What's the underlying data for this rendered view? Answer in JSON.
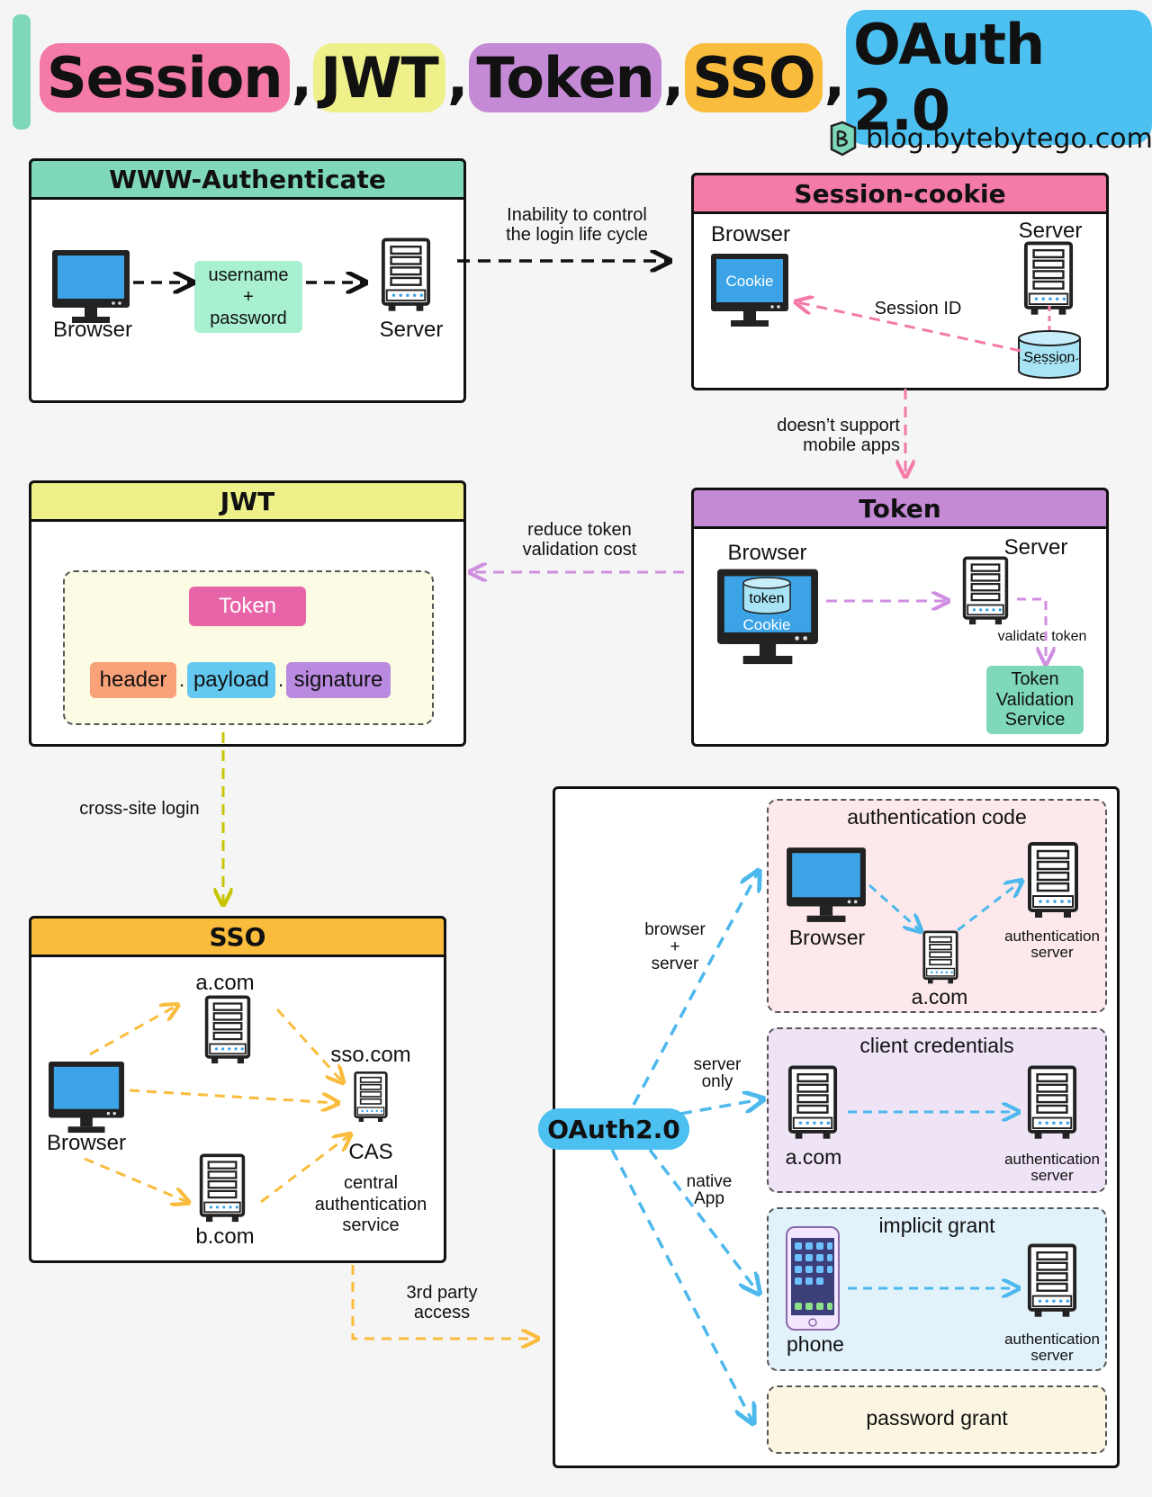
{
  "title": {
    "parts": [
      {
        "text": "Session",
        "color": "#f47aa8"
      },
      {
        "text": "JWT",
        "color": "#eef08a"
      },
      {
        "text": "Token",
        "color": "#c58ad6"
      },
      {
        "text": "SSO",
        "color": "#f9bc3c"
      },
      {
        "text": "OAuth 2.0",
        "color": "#4cc0f0"
      }
    ],
    "separator": ","
  },
  "brand": {
    "text": "blog.bytebytego.com",
    "logo_icon": "bytebytego-logo-icon"
  },
  "www_auth": {
    "header": "WWW-Authenticate",
    "header_color": "#7fd9b8",
    "browser": "Browser",
    "server": "Server",
    "credential_line1": "username",
    "credential_line2": "+",
    "credential_line3": "password",
    "credential_color": "#a8f0cf"
  },
  "edge_www_session": {
    "line1": "Inability to control",
    "line2": "the login life cycle"
  },
  "session_cookie": {
    "header": "Session-cookie",
    "header_color": "#f47aa8",
    "browser": "Browser",
    "server": "Server",
    "cookie": "Cookie",
    "session_id": "Session ID",
    "session_store": "Session"
  },
  "edge_session_token": {
    "line1": "doesn’t support",
    "line2": "mobile apps"
  },
  "token": {
    "header": "Token",
    "header_color": "#c58ad6",
    "browser": "Browser",
    "server": "Server",
    "token_store": "token",
    "cookie": "Cookie",
    "validate": "validate token",
    "service_line1": "Token",
    "service_line2": "Validation",
    "service_line3": "Service",
    "service_color": "#7fd9b8"
  },
  "edge_token_jwt": {
    "line1": "reduce token",
    "line2": "validation cost"
  },
  "jwt": {
    "header": "JWT",
    "header_color": "#eef08a",
    "token_label": "Token",
    "token_color": "#e864a8",
    "parts": [
      {
        "text": "header",
        "color": "#f9a27a"
      },
      {
        "text": "payload",
        "color": "#64c8f0"
      },
      {
        "text": "signature",
        "color": "#b98ae0"
      }
    ],
    "dot": "."
  },
  "edge_jwt_sso": {
    "text": "cross-site login"
  },
  "sso": {
    "header": "SSO",
    "header_color": "#f9bc3c",
    "browser": "Browser",
    "a_com": "a.com",
    "b_com": "b.com",
    "sso_com": "sso.com",
    "cas": "CAS",
    "cas_line1": "central",
    "cas_line2": "authentication",
    "cas_line3": "service"
  },
  "edge_sso_oauth": {
    "line1": "3rd party",
    "line2": "access"
  },
  "oauth": {
    "center": "OAuth2.0",
    "center_color": "#4cc0f0",
    "branch_browser_server": {
      "line1": "browser",
      "line2": "+",
      "line3": "server"
    },
    "branch_server_only": {
      "line1": "server",
      "line2": "only"
    },
    "branch_native": {
      "line1": "native",
      "line2": "App"
    },
    "auth_code": {
      "title": "authentication code",
      "browser": "Browser",
      "a_com": "a.com",
      "auth_line1": "authentication",
      "auth_line2": "server",
      "bg": "#fde9ec"
    },
    "client_credentials": {
      "title": "client credentials",
      "a_com": "a.com",
      "auth_line1": "authentication",
      "auth_line2": "server",
      "bg": "#efe3f6"
    },
    "implicit_grant": {
      "title": "implicit grant",
      "phone": "phone",
      "auth_line1": "authentication",
      "auth_line2": "server",
      "bg": "#e1f2fb"
    },
    "password_grant": {
      "title": "password grant",
      "bg": "#fbf6e2"
    }
  }
}
